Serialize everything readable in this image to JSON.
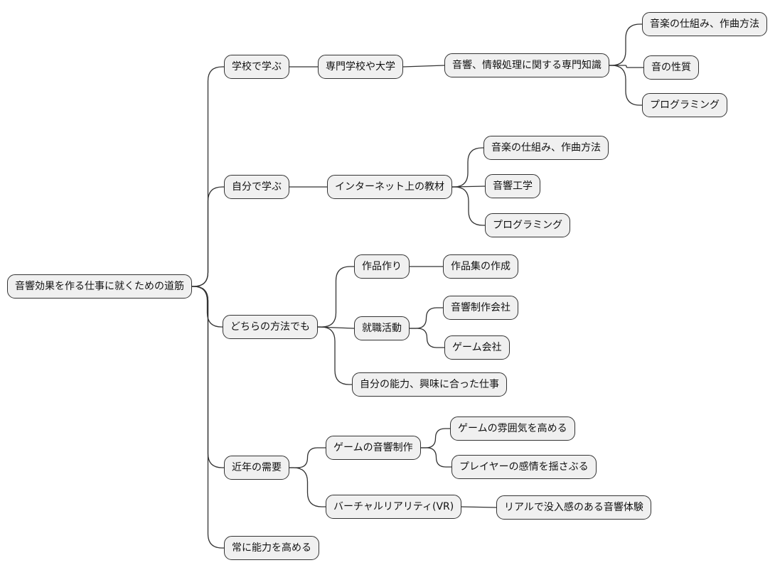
{
  "diagram": {
    "type": "mindmap",
    "language": "ja",
    "root_label": "音響効果を作る仕事に就くための道筋"
  },
  "style": {
    "background": "#ffffff",
    "node_fill": "#f0f0f0",
    "node_border": "#333333",
    "edge_color": "#333333",
    "text_color": "#111111"
  },
  "nodes": {
    "root": {
      "label": "音響効果を作る仕事に就くための道筋"
    },
    "school": {
      "label": "学校で学ぶ"
    },
    "vocational": {
      "label": "専門学校や大学"
    },
    "knowledge": {
      "label": "音響、情報処理に関する専門知識"
    },
    "k_music": {
      "label": "音楽の仕組み、作曲方法"
    },
    "k_nature": {
      "label": "音の性質"
    },
    "k_prog": {
      "label": "プログラミング"
    },
    "self_learn": {
      "label": "自分で学ぶ"
    },
    "internet": {
      "label": "インターネット上の教材"
    },
    "i_music": {
      "label": "音楽の仕組み、作曲方法"
    },
    "i_engineering": {
      "label": "音響工学"
    },
    "i_prog": {
      "label": "プログラミング"
    },
    "either_way": {
      "label": "どちらの方法でも"
    },
    "portfolio": {
      "label": "作品作り"
    },
    "portfolio_create": {
      "label": "作品集の作成"
    },
    "job_hunting": {
      "label": "就職活動"
    },
    "sound_company": {
      "label": "音響制作会社"
    },
    "game_company": {
      "label": "ゲーム会社"
    },
    "matching_job": {
      "label": "自分の能力、興味に合った仕事"
    },
    "recent_demand": {
      "label": "近年の需要"
    },
    "game_sound": {
      "label": "ゲームの音響制作"
    },
    "atmosphere": {
      "label": "ゲームの雰囲気を高める"
    },
    "emotion": {
      "label": "プレイヤーの感情を揺さぶる"
    },
    "vr": {
      "label": "バーチャルリアリティ(VR)"
    },
    "vr_experience": {
      "label": "リアルで没入感のある音響体験"
    },
    "improve": {
      "label": "常に能力を高める"
    }
  },
  "edges": [
    {
      "from": "root",
      "to": "school"
    },
    {
      "from": "root",
      "to": "self_learn"
    },
    {
      "from": "root",
      "to": "either_way"
    },
    {
      "from": "root",
      "to": "recent_demand"
    },
    {
      "from": "root",
      "to": "improve"
    },
    {
      "from": "school",
      "to": "vocational"
    },
    {
      "from": "vocational",
      "to": "knowledge"
    },
    {
      "from": "knowledge",
      "to": "k_music"
    },
    {
      "from": "knowledge",
      "to": "k_nature"
    },
    {
      "from": "knowledge",
      "to": "k_prog"
    },
    {
      "from": "self_learn",
      "to": "internet"
    },
    {
      "from": "internet",
      "to": "i_music"
    },
    {
      "from": "internet",
      "to": "i_engineering"
    },
    {
      "from": "internet",
      "to": "i_prog"
    },
    {
      "from": "either_way",
      "to": "portfolio"
    },
    {
      "from": "portfolio",
      "to": "portfolio_create"
    },
    {
      "from": "either_way",
      "to": "job_hunting"
    },
    {
      "from": "job_hunting",
      "to": "sound_company"
    },
    {
      "from": "job_hunting",
      "to": "game_company"
    },
    {
      "from": "either_way",
      "to": "matching_job"
    },
    {
      "from": "recent_demand",
      "to": "game_sound"
    },
    {
      "from": "game_sound",
      "to": "atmosphere"
    },
    {
      "from": "game_sound",
      "to": "emotion"
    },
    {
      "from": "recent_demand",
      "to": "vr"
    },
    {
      "from": "vr",
      "to": "vr_experience"
    }
  ]
}
